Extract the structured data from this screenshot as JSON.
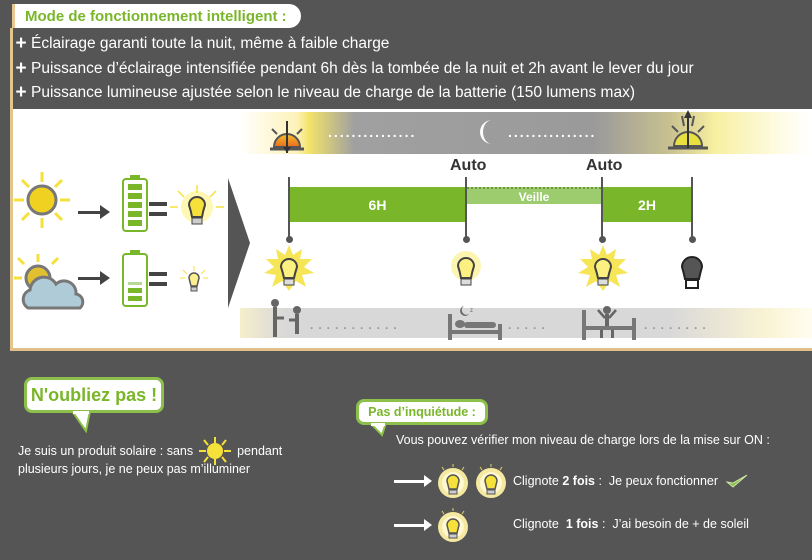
{
  "header": {
    "title": "Mode de fonctionnement intelligent :",
    "bullets": [
      "Éclairage garanti toute la nuit, même à faible charge",
      "Puissance d’éclairage intensifiée pendant 6h dès la tombée de la nuit et 2h avant le lever du jour",
      "Puissance lumineuse ajustée selon le niveau de charge de la batterie (150 lumens max)"
    ],
    "bullet_icon": "+"
  },
  "diagram": {
    "sky": {
      "left_icon": "sunset-icon",
      "center_icon": "moon-icon",
      "right_icon": "sunrise-icon"
    },
    "conditions": [
      {
        "weather": "sunny-icon",
        "battery": "full-battery-icon",
        "result": "bright-bulb-icon"
      },
      {
        "weather": "cloudy-icon",
        "battery": "low-battery-icon",
        "result": "dim-bulb-icon"
      }
    ],
    "markers": [
      "Auto",
      "Auto"
    ],
    "timeline": [
      {
        "label": "6H",
        "type": "full"
      },
      {
        "label": "Veille",
        "type": "standby"
      },
      {
        "label": "2H",
        "type": "full"
      }
    ],
    "bulbs": [
      "bright-bulb-icon",
      "glow-bulb-icon",
      "bright-bulb-icon",
      "off-bulb-icon"
    ],
    "activities": [
      "people-icon",
      "sleeping-icon",
      "waking-icon"
    ]
  },
  "reminder": {
    "title": "N'oubliez pas !",
    "text_before": "Je suis un produit solaire : sans",
    "text_after": "pendant",
    "text_line2": "plusieurs jours, je ne peux pas m’illuminer"
  },
  "worry": {
    "title": "Pas d’inquiétude :",
    "intro": "Vous pouvez vérifier mon niveau de charge lors de la mise sur ON :",
    "rows": [
      {
        "prefix": "Clignote ",
        "count": "2 fois",
        "suffix": " :  Je peux fonctionner",
        "icon": "check-icon"
      },
      {
        "prefix": "Clignote ",
        "count": "1 fois",
        "suffix": " :  J’ai besoin de + de soleil"
      }
    ]
  },
  "colors": {
    "accent": "#7ab62a",
    "background": "#555555",
    "bulb": "#f5e13a"
  }
}
